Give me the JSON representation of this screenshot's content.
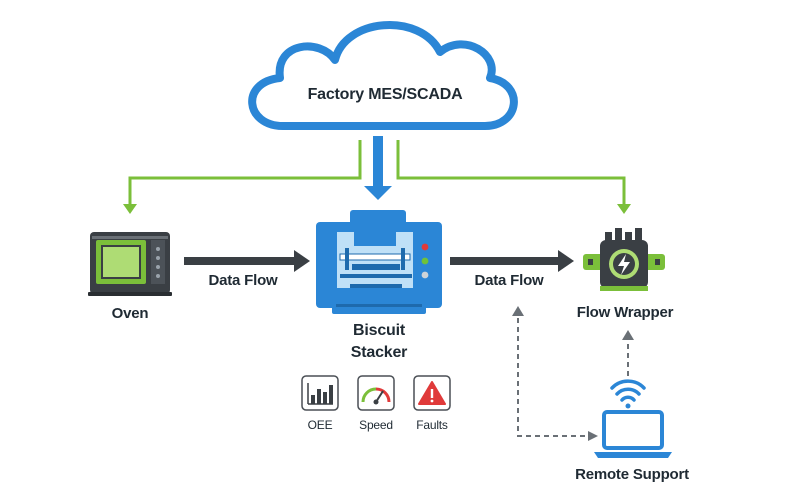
{
  "cloud": {
    "label": "Factory MES/SCADA"
  },
  "nodes": {
    "oven": {
      "label": "Oven"
    },
    "stacker": {
      "label_line1": "Biscuit",
      "label_line2": "Stacker"
    },
    "wrapper": {
      "label": "Flow Wrapper"
    },
    "remote": {
      "label": "Remote Support"
    }
  },
  "flows": {
    "left": {
      "label": "Data Flow"
    },
    "right": {
      "label": "Data Flow"
    }
  },
  "metrics": [
    {
      "label": "OEE",
      "icon": "bar-chart-icon"
    },
    {
      "label": "Speed",
      "icon": "speedometer-icon"
    },
    {
      "label": "Faults",
      "icon": "warning-icon"
    }
  ],
  "colors": {
    "blue": "#2b86d6",
    "green": "#7bbf3a",
    "dark": "#3a3f44",
    "text": "#1f2a33"
  }
}
